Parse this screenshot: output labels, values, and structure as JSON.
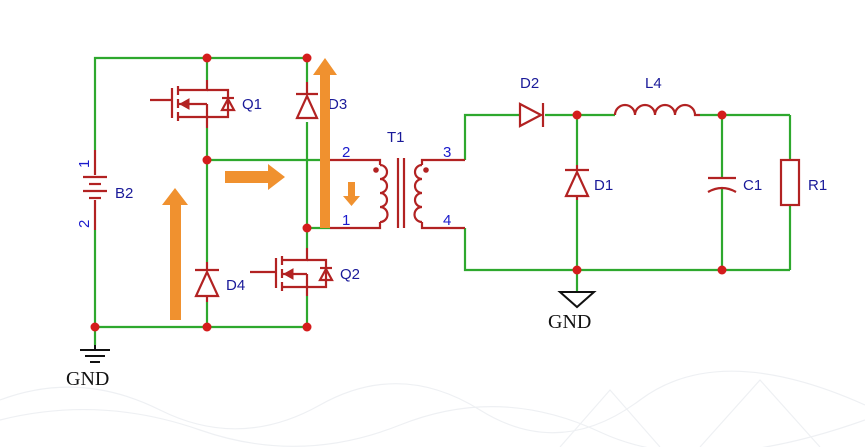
{
  "components": {
    "battery": "B2",
    "q1": "Q1",
    "q2": "Q2",
    "d3": "D3",
    "d4": "D4",
    "transformer": "T1",
    "d2": "D2",
    "d1": "D1",
    "inductor": "L4",
    "capacitor": "C1",
    "resistor": "R1"
  },
  "pins": {
    "battery_top": "1",
    "battery_bottom": "2",
    "t1_pin1": "1",
    "t1_pin2": "2",
    "t1_pin3": "3",
    "t1_pin4": "4"
  },
  "ground": {
    "left": "GND",
    "right": "GND"
  },
  "colors": {
    "wire": "#2ea82e",
    "component": "#b22222",
    "junction": "#d41c1c",
    "label": "#1a1a99",
    "arrow": "#f0912f"
  }
}
